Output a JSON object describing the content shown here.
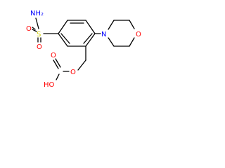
{
  "molecule": {
    "colors": {
      "bond": "#000000",
      "carbon": "#000000",
      "nitrogen": "#0000ff",
      "oxygen": "#ff0000",
      "sulfur": "#cccc00"
    },
    "labels": {
      "amine": "NH₂",
      "sulfur": "S",
      "sulfonyl_oxygen_top": "O",
      "sulfonyl_oxygen_bottom": "O",
      "morpholine_nitrogen": "N",
      "morpholine_oxygen": "O",
      "ether_oxygen": "O",
      "carbonyl_oxygen": "O",
      "hydroxyl": "HO"
    }
  }
}
